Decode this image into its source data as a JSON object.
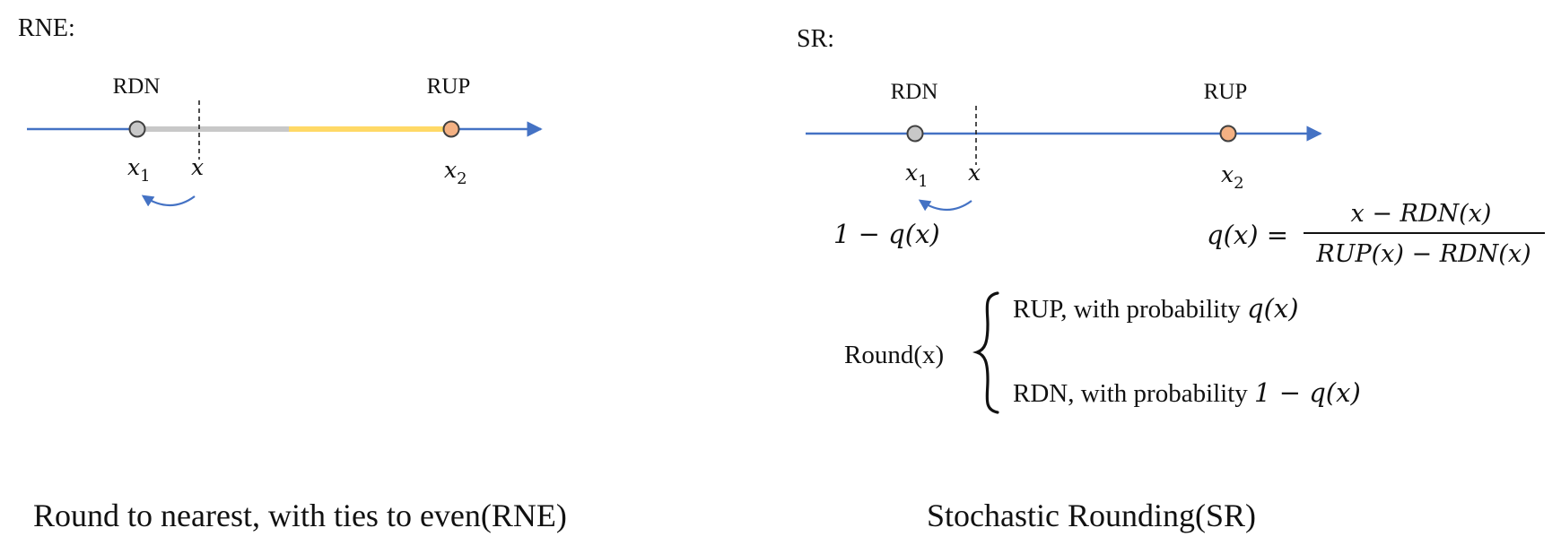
{
  "left_panel": {
    "label": "RNE:",
    "rdn_label": "RDN",
    "rup_label": "RUP",
    "x1_base": "x",
    "x1_sub": "1",
    "x_label": "x",
    "x2_base": "x",
    "x2_sub": "2",
    "caption": "Round to nearest, with ties to even(RNE)"
  },
  "right_panel": {
    "label": "SR:",
    "rdn_label": "RDN",
    "rup_label": "RUP",
    "x1_base": "x",
    "x1_sub": "1",
    "x_label": "x",
    "x2_base": "x",
    "x2_sub": "2",
    "arrow_prob": "1 − q(x)",
    "q_lhs": "q(x) =",
    "q_numerator": "x  − RDN(x)",
    "q_denominator": "RUP(x) − RDN(x)",
    "round_lhs": "Round(x)",
    "case_up_text": "RUP, with probability ",
    "case_up_math": "q(x)",
    "case_down_text": "RDN, with probability ",
    "case_down_math": "1 − q(x)",
    "caption": "Stochastic Rounding(SR)"
  },
  "colors": {
    "axis_blue": "#4472C4",
    "segment_gray": "#C8C8C8",
    "segment_yellow": "#FFD966",
    "rdn_point_fill": "#C8C8C8",
    "rup_point_fill": "#F4B183",
    "point_stroke": "#404040",
    "text": "#111111"
  }
}
